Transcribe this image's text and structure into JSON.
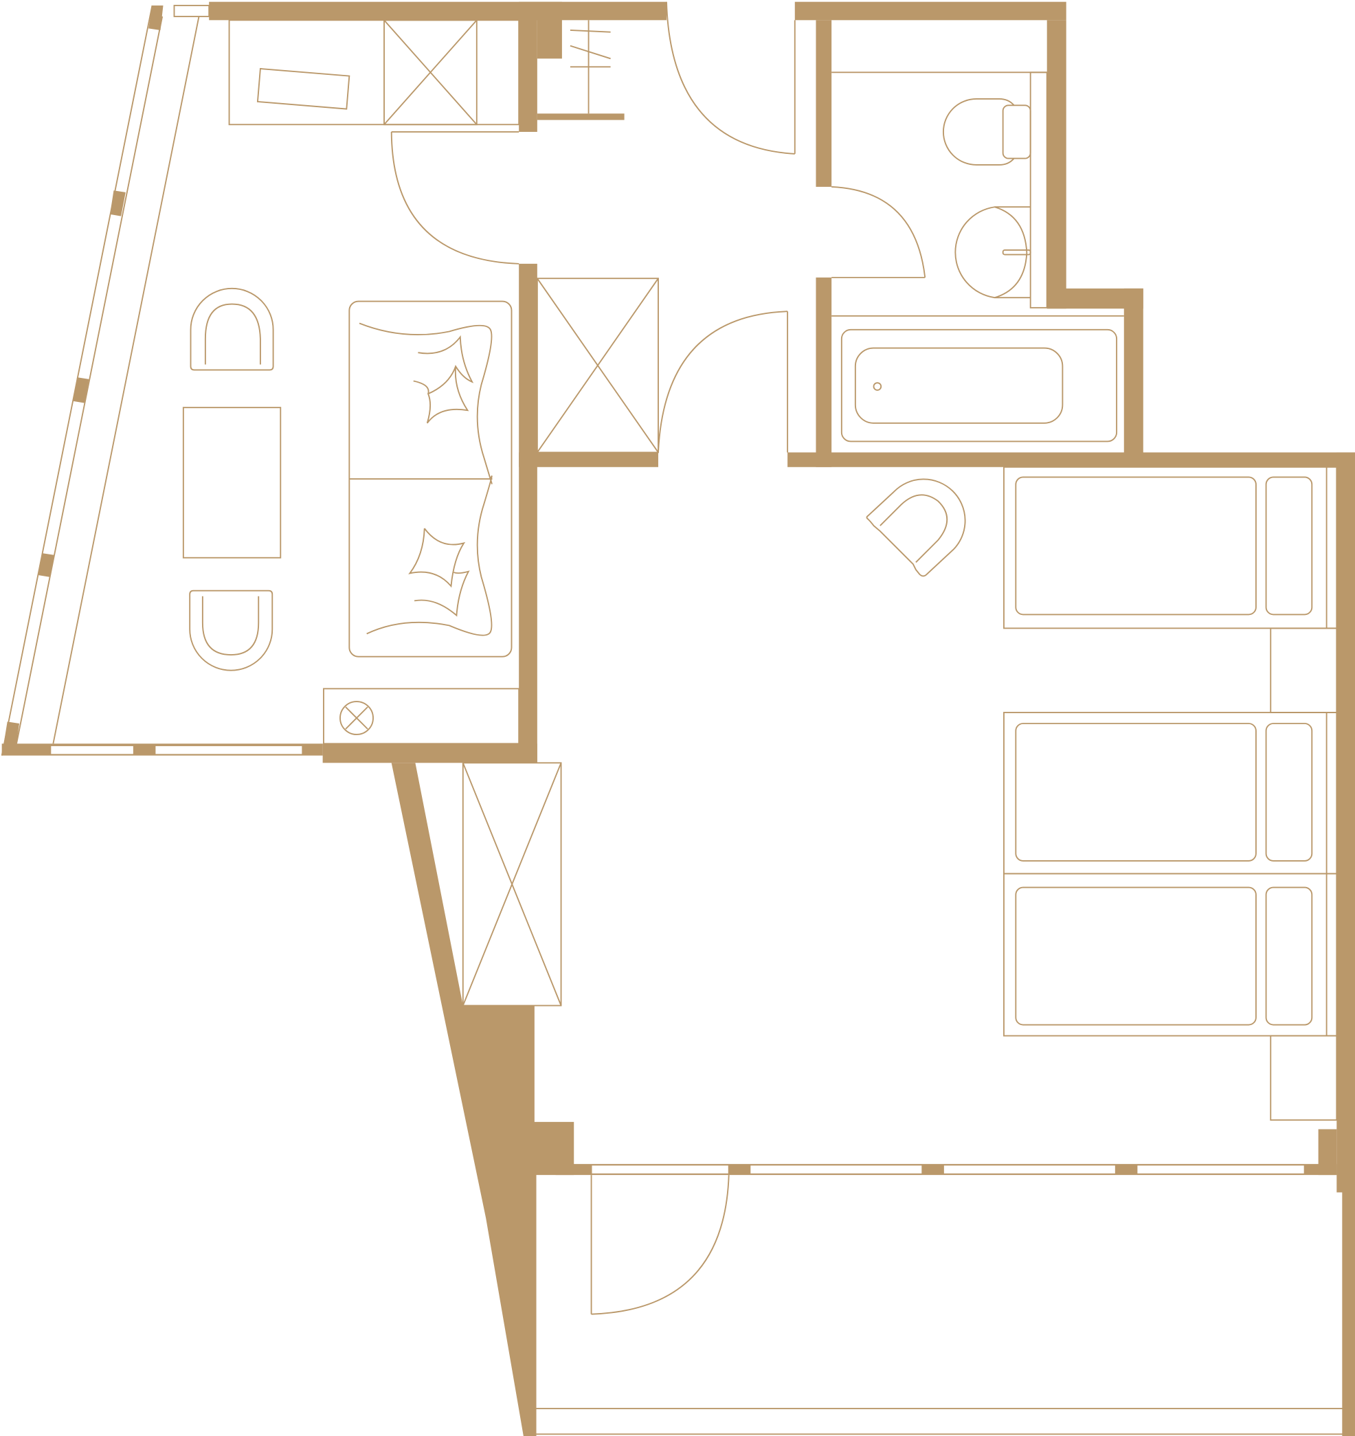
{
  "plan": {
    "wall_color": "#BA986A",
    "background_color": "#FFFFFF",
    "rooms": [
      "living-room",
      "entry-hall",
      "bathroom",
      "bedroom",
      "balcony"
    ]
  }
}
